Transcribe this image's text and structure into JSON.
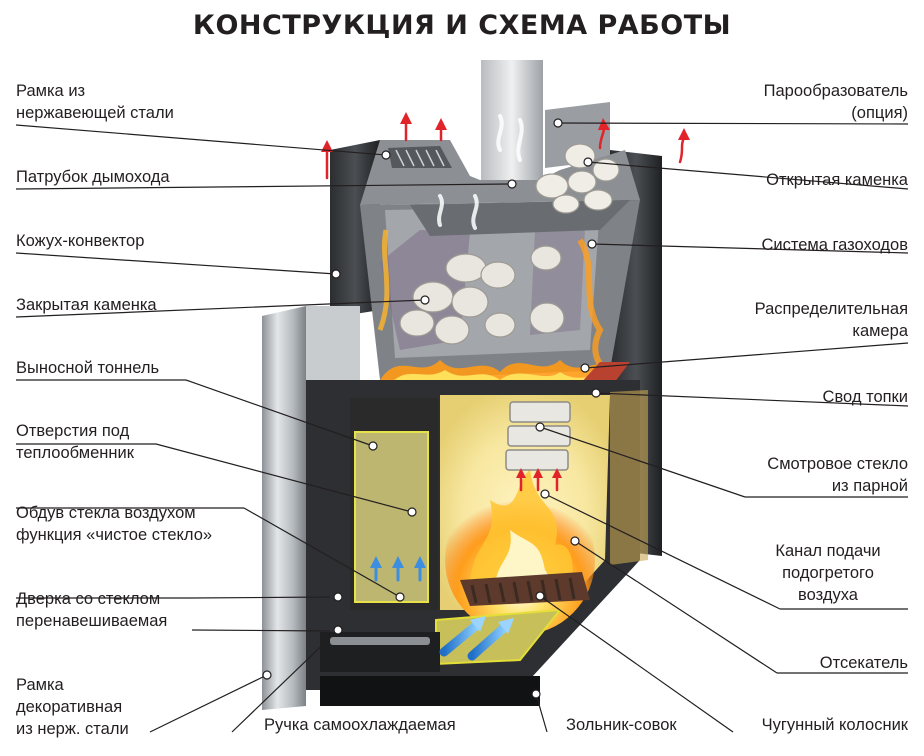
{
  "title": "КОНСТРУКЦИЯ И СХЕМА РАБОТЫ",
  "labels": {
    "frame_stainless": "Рамка из\nнержавеющей стали",
    "chimney_pipe": "Патрубок дымохода",
    "convector_casing": "Кожух-конвектор",
    "closed_heater": "Закрытая каменка",
    "remote_tunnel": "Выносной тоннель",
    "heat_exchanger_holes": "Отверстия под\nтеплообменник",
    "glass_airflow": "Обдув стекла воздухом\nфункция «чистое стекло»",
    "reversible_door": "Дверка со стеклом\nперенавешиваемая",
    "decorative_frame": "Рамка\nдекоративная\nиз нерж. стали",
    "self_cooling_handle": "Ручка самоохлаждаемая",
    "ash_pan": "Зольник-совок",
    "steam_generator": "Парообразователь\n(опция)",
    "open_heater": "Открытая каменка",
    "flue_system": "Система газоходов",
    "distribution_chamber": "Распределительная\nкамера",
    "firebox_vault": "Свод топки",
    "steam_room_glass": "Смотровое стекло\nиз парной",
    "heated_air_channel": "Канал подачи\nподогретого\nвоздуха",
    "cutoff": "Отсекатель",
    "cast_iron_grate": "Чугунный колосник"
  }
}
